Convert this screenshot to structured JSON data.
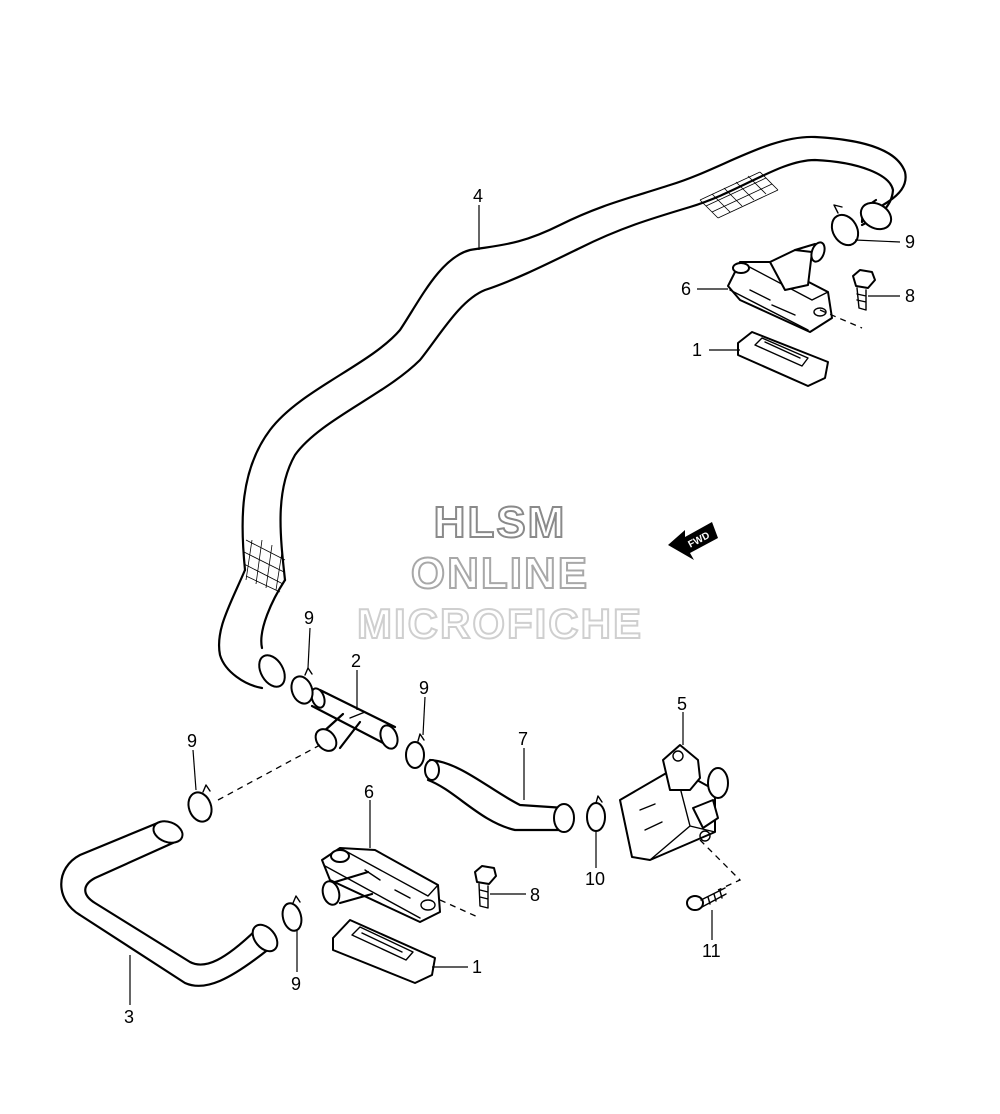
{
  "watermark": {
    "line1": "HLSM",
    "line2": "ONLINE",
    "line3": "MICROFICHE"
  },
  "fwd_label": "FWD",
  "callouts": {
    "c1_top": "1",
    "c1_bottom": "1",
    "c2": "2",
    "c3": "3",
    "c4": "4",
    "c5": "5",
    "c6_top": "6",
    "c6_bottom": "6",
    "c7": "7",
    "c8_top": "8",
    "c8_bottom": "8",
    "c9_top_right": "9",
    "c9_mid_a": "9",
    "c9_mid_b": "9",
    "c9_left": "9",
    "c9_bottom": "9",
    "c10": "10",
    "c11": "11"
  }
}
